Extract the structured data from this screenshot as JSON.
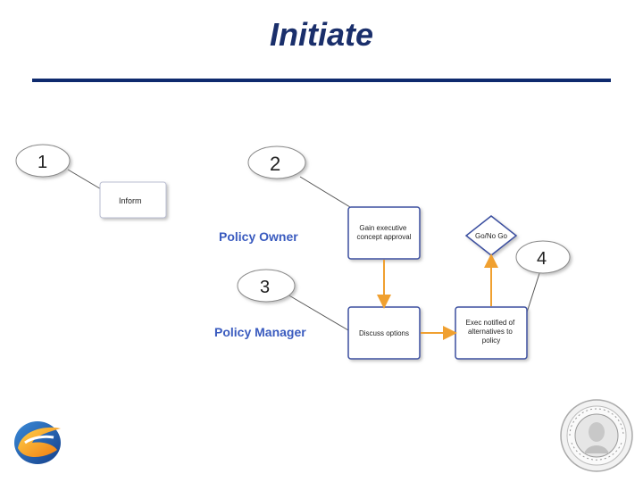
{
  "title": "Initiate",
  "callouts": [
    {
      "id": "1",
      "label": "1"
    },
    {
      "id": "2",
      "label": "2"
    },
    {
      "id": "3",
      "label": "3"
    },
    {
      "id": "4",
      "label": "4"
    }
  ],
  "lanes": {
    "owner": "Policy Owner",
    "manager": "Policy Manager"
  },
  "boxes": {
    "inform": "Inform",
    "gain_approval": [
      "Gain executive",
      "concept approval"
    ],
    "go_nogo": "Go/No Go",
    "discuss_options": "Discuss options",
    "exec_notified": [
      "Exec notified of",
      "alternatives to",
      "policy"
    ]
  },
  "colors": {
    "title": "#1a2f6b",
    "rule": "#0e2a6e",
    "box_border": "#3b4fa0",
    "arrow": "#f0a030",
    "lane_label": "#3a5bbf"
  },
  "icons": [
    "logo-icon",
    "state-seal-icon"
  ]
}
